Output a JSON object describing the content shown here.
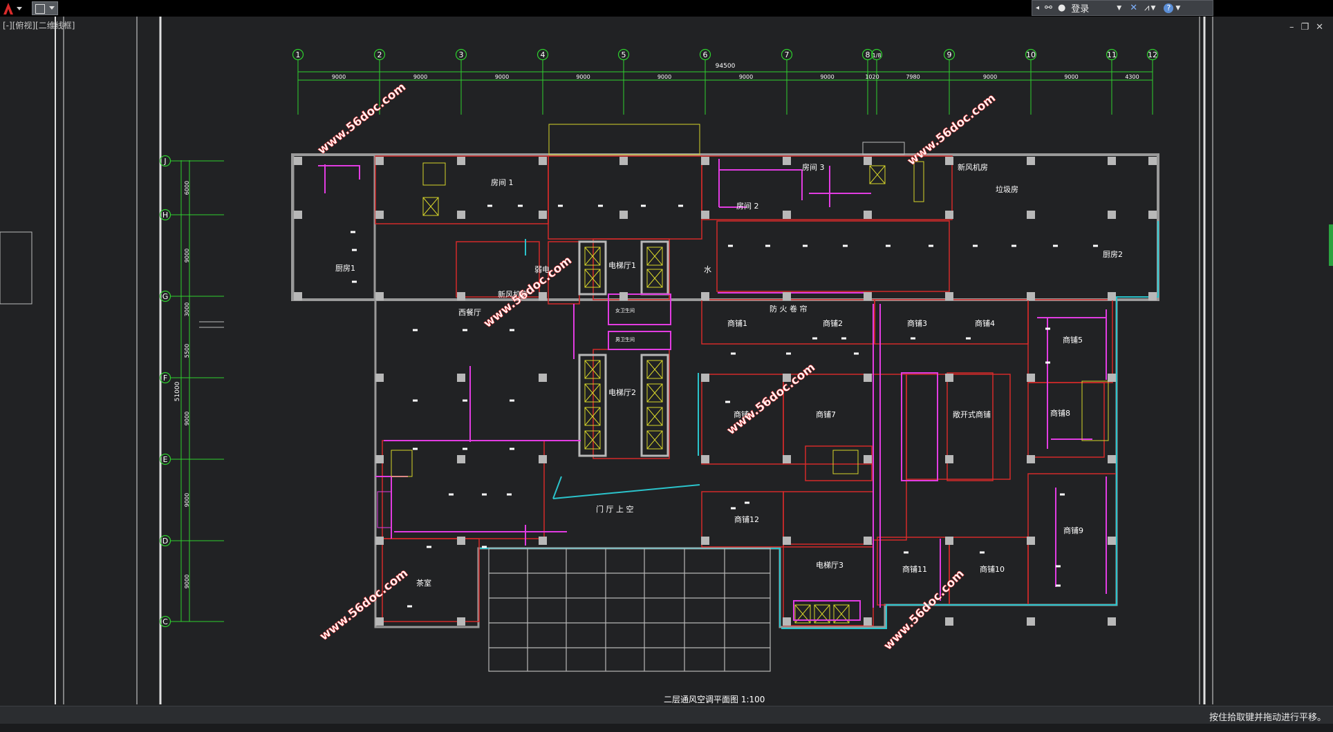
{
  "app": {
    "viewport_label": "[-][俯视][二维线框]",
    "signin_label": "登录",
    "status_message": "按住拾取键并拖动进行平移。"
  },
  "grid": {
    "columns": [
      "1",
      "2",
      "3",
      "4",
      "5",
      "6",
      "7",
      "8",
      "1/8",
      "9",
      "10",
      "11",
      "12"
    ],
    "rows": [
      "J",
      "H",
      "G",
      "F",
      "E",
      "D",
      "C"
    ],
    "total_width": "94500",
    "col_dims": [
      "9000",
      "9000",
      "9000",
      "9000",
      "9000",
      "9000",
      "9000",
      "1020",
      "7980",
      "9000",
      "9000",
      "4300"
    ],
    "row_dims": [
      "6000",
      "9000",
      "3000",
      "5500",
      "9000",
      "9000",
      "9000"
    ],
    "total_depth": "51000"
  },
  "rooms": {
    "kitchen1": "厨房1",
    "kitchen2": "厨房2",
    "room1": "房间 1",
    "room2": "房间 2",
    "room3": "房间 3",
    "fresh_air1": "新风机房",
    "fresh_air2": "新风机房",
    "garbage": "垃圾房",
    "elec_room": "弱电",
    "water": "水",
    "elevator_hall1": "电梯厅1",
    "elevator_hall2": "电梯厅2",
    "elevator_hall3": "电梯厅3",
    "western_restaurant": "西餐厅",
    "fire_shutter": "防  火  卷  帘",
    "shop1": "商铺1",
    "shop2": "商铺2",
    "shop3": "商铺3",
    "shop4": "商铺4",
    "shop5": "商铺5",
    "shop7": "商铺7",
    "shop8": "商铺8",
    "shop9": "商铺9",
    "shop10": "商铺10",
    "shop11": "商铺11",
    "shop12": "商铺12",
    "shop6_partial": "商铺",
    "open_shop": "敞开式商铺",
    "lobby_void": "门  厅  上  空",
    "tea_room": "茶室",
    "female_wc": "女卫生间",
    "male_wc": "男卫生间"
  },
  "drawing_title": "二层通风空调平面图  1:100",
  "watermarks": [
    "www.56doc.com",
    "www.56doc.com",
    "www.56doc.com",
    "www.56doc.com",
    "www.56doc.com",
    "www.56doc.com"
  ],
  "colors": {
    "grid": "#2ed12e",
    "wall_red": "#d42a2a",
    "duct_magenta": "#e23ce2",
    "cyan": "#2bc4cc",
    "column": "#b8b8b8",
    "yellow": "#d8d62a",
    "bg": "#212224"
  }
}
